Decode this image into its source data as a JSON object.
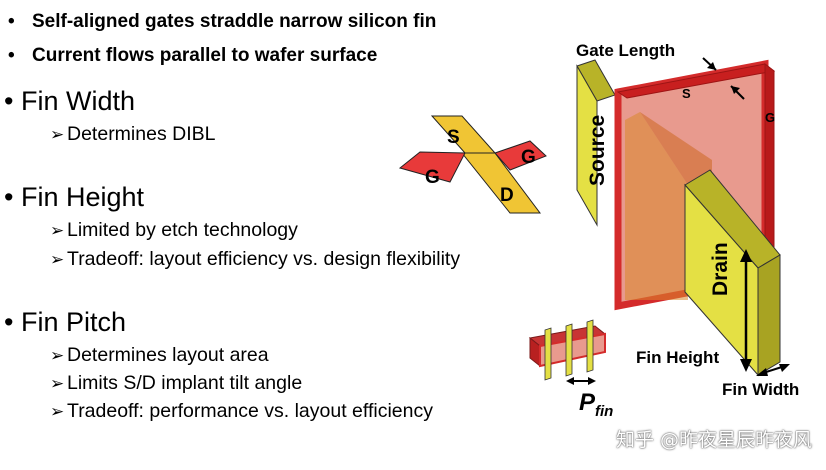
{
  "bullets": [
    "Self-aligned gates straddle narrow silicon fin",
    "Current flows parallel to wafer surface"
  ],
  "sections": [
    {
      "title": "Fin Width",
      "items": [
        "Determines DIBL"
      ]
    },
    {
      "title": "Fin Height",
      "items": [
        "Limited by etch technology",
        "Tradeoff: layout efficiency vs. design flexibility"
      ]
    },
    {
      "title": "Fin Pitch",
      "items": [
        "Determines layout area",
        "Limits S/D implant tilt angle",
        "Tradeoff: performance vs. layout efficiency"
      ]
    }
  ],
  "small_diagram": {
    "s": "S",
    "d": "D",
    "g_left": "G",
    "g_right": "G"
  },
  "device": {
    "gate_length": "Gate Length",
    "s": "S",
    "g": "G",
    "source": "Source",
    "drain": "Drain",
    "fin_height": "Fin Height",
    "fin_width": "Fin Width"
  },
  "pitch_label": {
    "main": "P",
    "sub": "fin"
  },
  "watermark": "知乎 @昨夜星辰昨夜风",
  "colors": {
    "gate_red": "#d42b2b",
    "gate_fill": "#e89a8e",
    "fin_yellow": "#e4e044",
    "fin_dark": "#b8b328",
    "cross_yellow": "#f0c534"
  }
}
